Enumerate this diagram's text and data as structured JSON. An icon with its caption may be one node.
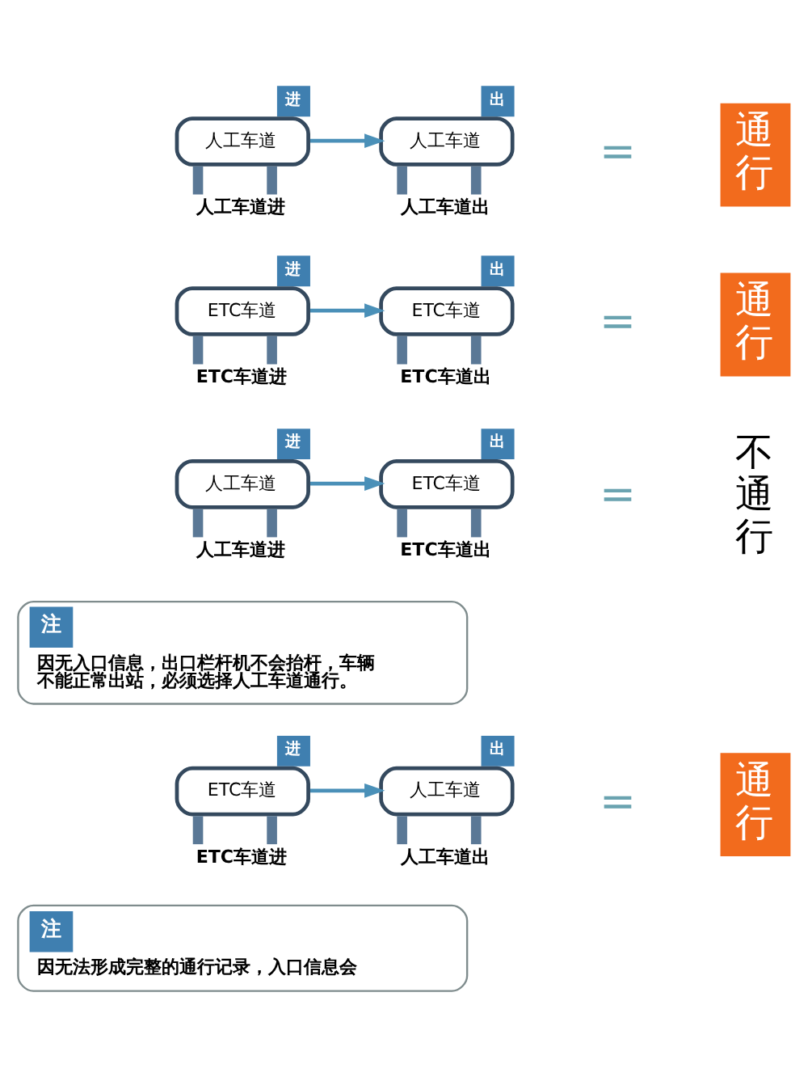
{
  "diagram": {
    "nodes": [
      {
        "text": [
          "进",
          "人工车道"
        ],
        "beside": [
          "人工车道进"
        ]
      },
      {
        "text": [
          "出",
          "人工车道"
        ],
        "beside": [
          "人工车道出"
        ]
      },
      {
        "text": [
          "通行"
        ]
      },
      {
        "text": [
          "进",
          "ETC车道"
        ],
        "beside": [
          "ETC车道进"
        ]
      },
      {
        "text": [
          "出",
          "ETC车道"
        ],
        "beside": [
          "ETC车道出"
        ]
      },
      {
        "text": [
          "通行"
        ]
      },
      {
        "text": [
          "进",
          "人工车道"
        ],
        "beside": [
          "人工车道进"
        ]
      },
      {
        "text": [
          "出",
          "ETC车道"
        ],
        "beside": [
          "ETC车道出"
        ]
      },
      {
        "text": [
          "不通行"
        ]
      },
      {
        "text": [
          "注",
          "因无入口信息，出口栏杆机不会抬杆，车辆不能正常出站，必须选择人工车道通行。"
        ]
      },
      {
        "text": [
          "进",
          "ETC车道"
        ],
        "beside": [
          "ETC车道进"
        ]
      },
      {
        "text": [
          "出",
          "人工车道"
        ],
        "beside": [
          "人工车道出"
        ]
      },
      {
        "text": [
          "通行"
        ]
      },
      {
        "text": [
          "注",
          "因无法形成完整的通行记录，入口信息会"
        ]
      }
    ],
    "edges": [
      {
        "from": 0,
        "to": 1,
        "arrow": "to"
      },
      {
        "from": 3,
        "to": 4,
        "arrow": "to"
      },
      {
        "from": 6,
        "to": 7,
        "arrow": "to"
      },
      {
        "from": 10,
        "to": 11,
        "arrow": "to"
      }
    ],
    "labels": [
      "=",
      "=",
      "=",
      "="
    ]
  }
}
